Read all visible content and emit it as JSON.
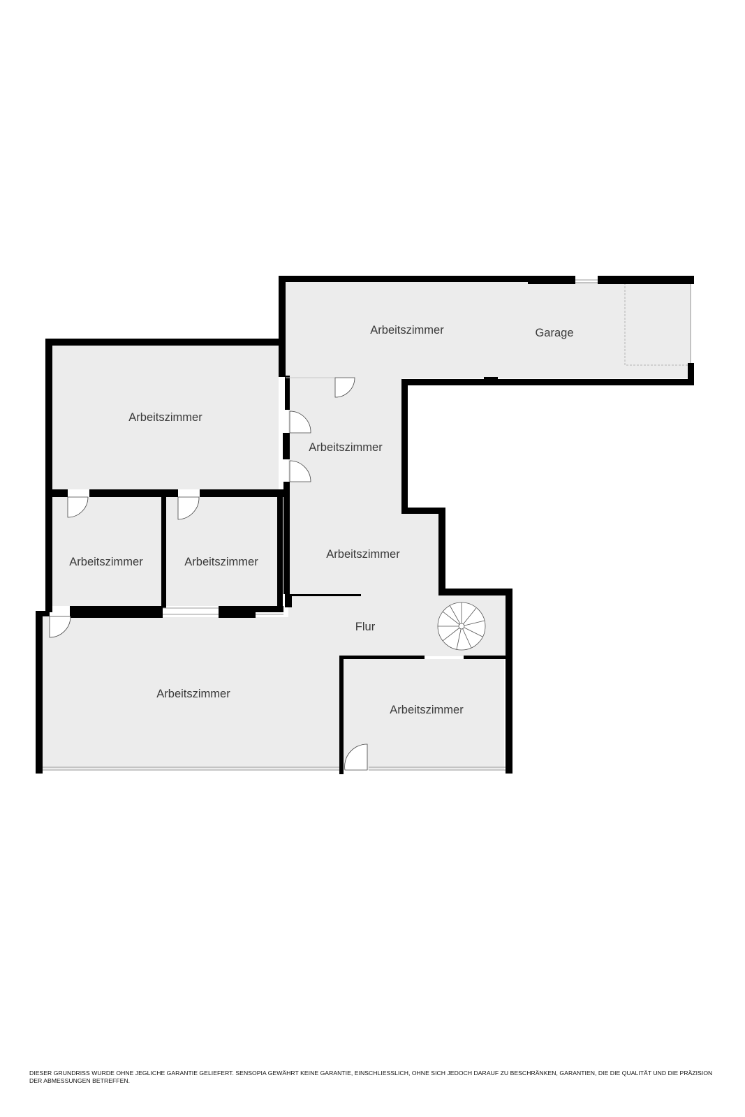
{
  "rooms": [
    {
      "id": "workroom-top-left",
      "label": "Arbeitszimmer"
    },
    {
      "id": "workroom-small-left",
      "label": "Arbeitszimmer"
    },
    {
      "id": "workroom-small-middle",
      "label": "Arbeitszimmer"
    },
    {
      "id": "workroom-bottom-left",
      "label": "Arbeitszimmer"
    },
    {
      "id": "workroom-top-strip",
      "label": "Arbeitszimmer"
    },
    {
      "id": "garage",
      "label": "Garage"
    },
    {
      "id": "workroom-corridor-upper",
      "label": "Arbeitszimmer"
    },
    {
      "id": "workroom-corridor-lower",
      "label": "Arbeitszimmer"
    },
    {
      "id": "hallway",
      "label": "Flur"
    },
    {
      "id": "workroom-bottom-right",
      "label": "Arbeitszimmer"
    }
  ],
  "disclaimer": "DIESER GRUNDRISS WURDE OHNE JEGLICHE GARANTIE GELIEFERT. SENSOPIA GEWÄHRT KEINE GARANTIE, EINSCHLIESSLICH, OHNE SICH JEDOCH DARAUF ZU BESCHRÄNKEN, GARANTIEN, DIE DIE QUALITÄT UND DIE PRÄZISION DER ABMESSUNGEN BETREFFEN.",
  "colors": {
    "wall": "#000000",
    "floor": "#ececec",
    "label": "#3a3a3a"
  }
}
